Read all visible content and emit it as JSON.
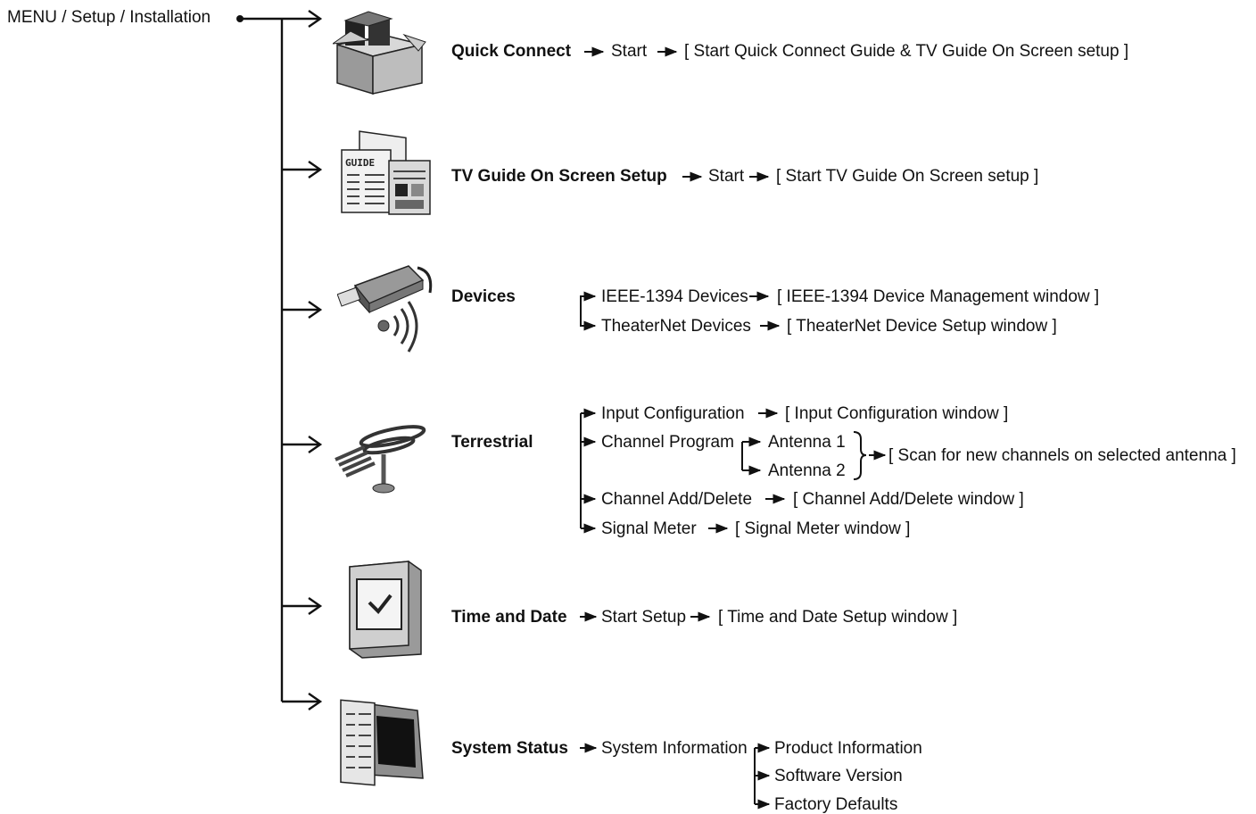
{
  "breadcrumb": "MENU / Setup / Installation",
  "quick_connect": {
    "title": "Quick Connect",
    "step": "Start",
    "result": "[ Start Quick Connect Guide & TV Guide On Screen setup ]",
    "icon": "box-icon"
  },
  "tv_guide": {
    "title": "TV Guide On Screen Setup",
    "step": "Start",
    "result": "[ Start TV Guide On Screen setup ]",
    "icon": "guide-pages-icon",
    "icon_text": "GUIDE"
  },
  "devices": {
    "title": "Devices",
    "icon": "firewire-connector-icon",
    "items": [
      {
        "label": "IEEE-1394 Devices",
        "result": "[ IEEE-1394 Device Management window ]"
      },
      {
        "label": "TheaterNet Devices",
        "result": "[ TheaterNet Device Setup window ]"
      }
    ]
  },
  "terrestrial": {
    "title": "Terrestrial",
    "icon": "antenna-icon",
    "input_config": {
      "label": "Input Configuration",
      "result": "[ Input Configuration window ]"
    },
    "channel_program": {
      "label": "Channel Program",
      "antennas": [
        "Antenna 1",
        "Antenna 2"
      ],
      "result": "[ Scan for new channels on selected antenna ]"
    },
    "channel_add": {
      "label": "Channel Add/Delete",
      "result": "[ Channel Add/Delete window ]"
    },
    "signal_meter": {
      "label": "Signal Meter",
      "result": "[ Signal Meter window ]"
    }
  },
  "time_date": {
    "title": "Time and Date",
    "step": "Start Setup",
    "result": "[ Time and Date Setup window ]",
    "icon": "tv-checkmark-icon"
  },
  "system_status": {
    "title": "System Status",
    "step": "System Information",
    "icon": "status-screen-icon",
    "items": [
      "Product Information",
      "Software Version",
      "Factory Defaults"
    ]
  }
}
